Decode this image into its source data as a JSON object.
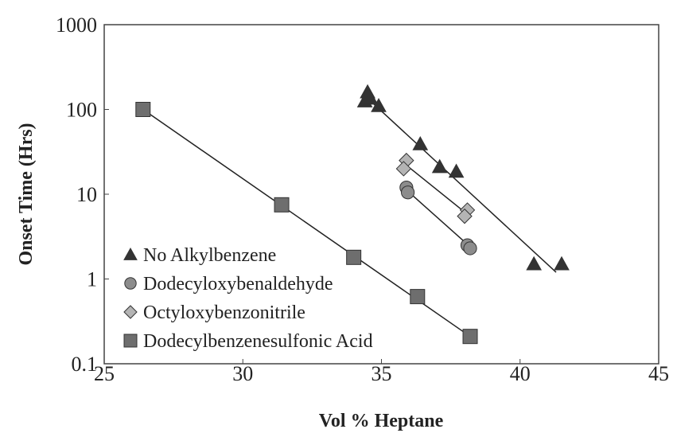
{
  "chart_data": {
    "type": "scatter",
    "xlabel": "Vol % Heptane",
    "ylabel": "Onset Time (Hrs)",
    "xlim": [
      25,
      45
    ],
    "ylim": [
      0.1,
      1000
    ],
    "yscale": "log",
    "x_ticks": [
      "25",
      "30",
      "35",
      "40",
      "45"
    ],
    "y_ticks": [
      "0.1",
      "1",
      "10",
      "100",
      "1000"
    ],
    "legend_position": "bottom-left",
    "grid": false,
    "series": [
      {
        "name": "No Alkylbenzene",
        "marker": "triangle",
        "color": "#333333",
        "points": [
          [
            34.5,
            160
          ],
          [
            34.4,
            125
          ],
          [
            34.6,
            135
          ],
          [
            34.9,
            110
          ],
          [
            36.4,
            39
          ],
          [
            37.1,
            21
          ],
          [
            37.7,
            18.5
          ],
          [
            40.5,
            1.5
          ],
          [
            41.5,
            1.5
          ]
        ],
        "fit": [
          [
            34.4,
            145
          ],
          [
            41.3,
            1.2
          ]
        ]
      },
      {
        "name": "Dodecyloxybenaldehyde",
        "marker": "circle",
        "color": "#8c8c8c",
        "points": [
          [
            35.9,
            12
          ],
          [
            35.95,
            10.5
          ],
          [
            38.1,
            2.5
          ],
          [
            38.2,
            2.3
          ]
        ],
        "fit": [
          [
            36.0,
            10.5
          ],
          [
            38.2,
            2.4
          ]
        ]
      },
      {
        "name": "Octyloxybenzonitrile",
        "marker": "diamond",
        "color": "#b4b4b4",
        "points": [
          [
            35.9,
            25
          ],
          [
            35.8,
            20
          ],
          [
            38.1,
            6.5
          ],
          [
            38.0,
            5.5
          ]
        ],
        "fit": [
          [
            35.9,
            22
          ],
          [
            38.1,
            5.8
          ]
        ]
      },
      {
        "name": "Dodecylbenzenesulfonic Acid",
        "marker": "square",
        "color": "#6e6e6e",
        "points": [
          [
            26.4,
            100
          ],
          [
            31.4,
            7.5
          ],
          [
            34.0,
            1.8
          ],
          [
            36.3,
            0.62
          ],
          [
            38.2,
            0.21
          ]
        ],
        "fit": [
          [
            26.4,
            100
          ],
          [
            38.2,
            0.21
          ]
        ]
      }
    ]
  }
}
